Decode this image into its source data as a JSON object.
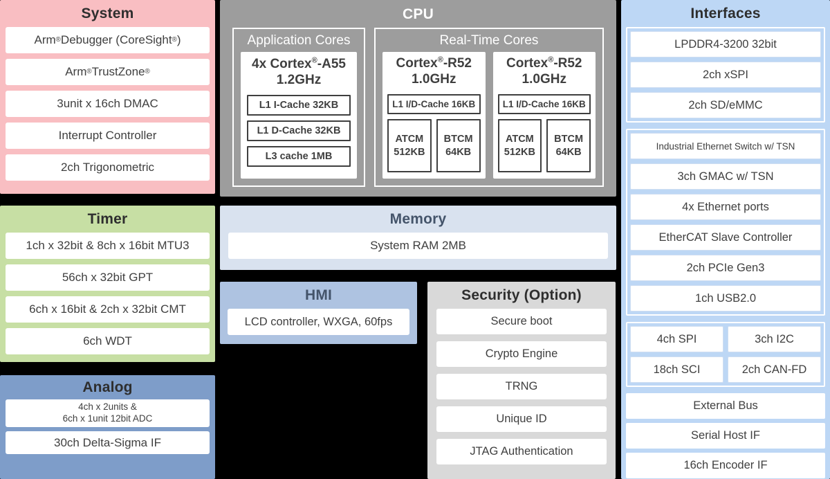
{
  "diagram": {
    "system": {
      "title": "System",
      "items": [
        "Arm® Debugger (CoreSight®)",
        "Arm® TrustZone®",
        "3unit x 16ch DMAC",
        "Interrupt Controller",
        "2ch Trigonometric"
      ]
    },
    "timer": {
      "title": "Timer",
      "items": [
        "1ch x 32bit & 8ch x 16bit MTU3",
        "56ch x 32bit GPT",
        "6ch x 16bit & 2ch x 32bit CMT",
        "6ch WDT"
      ]
    },
    "analog": {
      "title": "Analog",
      "items": [
        "4ch x 2units &\n6ch x 1unit 12bit ADC",
        "30ch Delta-Sigma IF"
      ]
    },
    "cpu": {
      "title": "CPU",
      "application_cores": {
        "label": "Application Cores",
        "core_name": "4x Cortex®-A55\n1.2GHz",
        "caches": [
          "L1 I-Cache 32KB",
          "L1 D-Cache 32KB",
          "L3 cache 1MB"
        ]
      },
      "realtime_cores": {
        "label": "Real-Time Cores",
        "cores": [
          {
            "core_name": "Cortex®-R52\n1.0GHz",
            "cache": "L1 I/D-Cache 16KB",
            "tcms": [
              "ATCM\n512KB",
              "BTCM\n64KB"
            ]
          },
          {
            "core_name": "Cortex®-R52\n1.0GHz",
            "cache": "L1 I/D-Cache 16KB",
            "tcms": [
              "ATCM\n512KB",
              "BTCM\n64KB"
            ]
          }
        ]
      }
    },
    "memory": {
      "title": "Memory",
      "items": [
        "System RAM 2MB"
      ]
    },
    "hmi": {
      "title": "HMI",
      "items": [
        "LCD controller, WXGA, 60fps"
      ]
    },
    "security": {
      "title": "Security (Option)",
      "items": [
        "Secure boot",
        "Crypto Engine",
        "TRNG",
        "Unique ID",
        "JTAG Authentication"
      ]
    },
    "interfaces": {
      "title": "Interfaces",
      "memory_group": [
        "LPDDR4-3200 32bit",
        "2ch xSPI",
        "2ch SD/eMMC"
      ],
      "network_group": [
        "Industrial Ethernet Switch w/ TSN",
        "3ch GMAC w/ TSN",
        "4x Ethernet ports",
        "EtherCAT Slave Controller",
        "2ch PCIe Gen3",
        "1ch USB2.0"
      ],
      "serial_group": [
        "4ch SPI",
        "3ch I2C",
        "18ch SCI",
        "2ch CAN-FD"
      ],
      "other": [
        "External Bus",
        "Serial Host IF",
        "16ch Encoder IF"
      ]
    }
  },
  "colors": {
    "page_bg": "#000000",
    "system_bg": "#F9BEC2",
    "timer_bg": "#C7DFA4",
    "analog_bg": "#7E9DC9",
    "cpu_bg": "#9D9D9D",
    "memory_bg": "#D9E2EF",
    "hmi_bg": "#AEC3E1",
    "security_bg": "#D9D9D9",
    "interfaces_bg": "#BDD7F5",
    "item_bg": "#FFFFFF",
    "item_text": "#3F3F3F",
    "header_text_dark": "#2E2E2E",
    "header_text_light": "#FFFFFF",
    "memory_header_text": "#44546A"
  }
}
